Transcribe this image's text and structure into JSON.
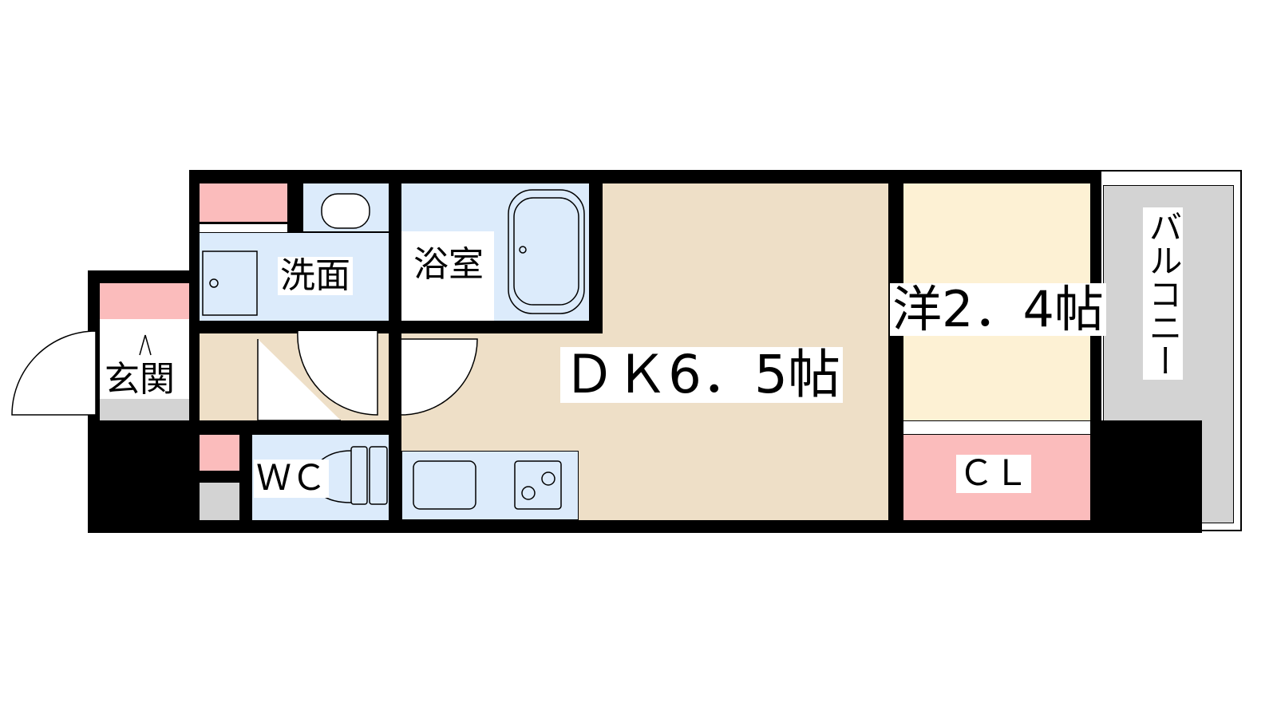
{
  "rooms": {
    "dk": "ＤＫ6．5帖",
    "western": "洋2．4帖",
    "closet": "ＣＬ",
    "balcony": "バルコニー",
    "washroom": "洗面",
    "bathroom": "浴室",
    "entrance": "玄関",
    "toilet": "ＷＣ"
  },
  "colors": {
    "wet_area": "#dcebfb",
    "dk_floor": "#eedfc7",
    "western_floor": "#fdf1d4",
    "storage": "#fbbcbc",
    "balcony": "#d3d3d3",
    "wall": "#000000"
  }
}
